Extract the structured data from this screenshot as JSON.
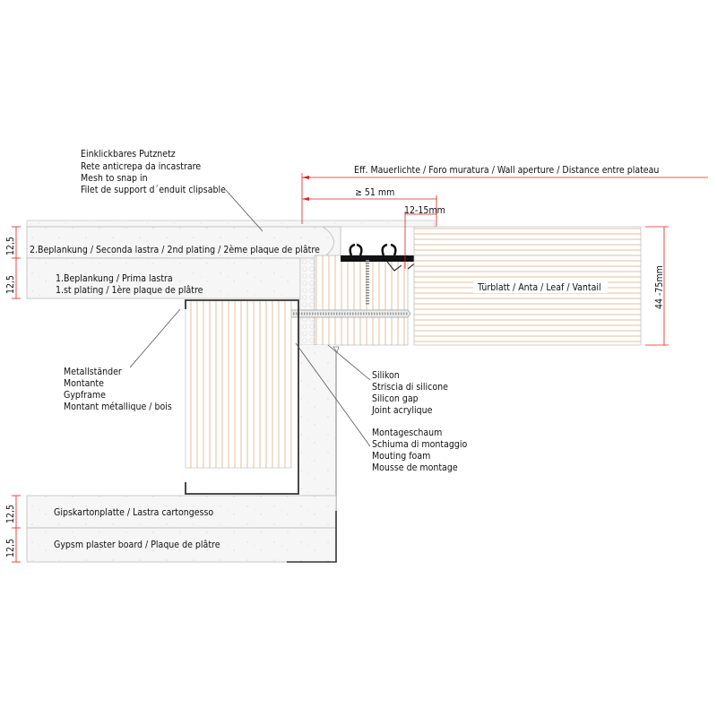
{
  "labels": {
    "mesh": [
      "Einklickbares Putznetz",
      "Rete anticrepa da incastrare",
      "Mesh to snap in",
      "Filet de support d´enduit clipsable"
    ],
    "plating2": "2.Beplankung / Seconda lastra / 2nd plating / 2ème plaque de plâtre",
    "plating1": [
      "1.Beplankung / Prima lastra",
      "1.st plating / 1ère plaque de plâtre"
    ],
    "stud": [
      "Metallständer",
      "Montante",
      "Gypframe",
      "Montant métallique / bois"
    ],
    "silicone": [
      "Silikon",
      "Striscia di silicone",
      "Silicon gap",
      "Joint acrylique"
    ],
    "foam": [
      "Montageschaum",
      "Schiuma di montaggio",
      "Mouting foam",
      "Mousse de montage"
    ],
    "board1": "Gipskartonplatte / Lastra cartongesso",
    "board2": "Gypsm plaster board / Plaque de plâtre",
    "leaf": "Türblatt / Anta / Leaf / Vantail"
  },
  "dimensions": {
    "aperture": "Eff. Mauerlichte / Foro muratura / Wall aperture / Distance entre plateau",
    "min_depth": "≥ 51 mm",
    "gap": "12-15mm",
    "leaf_thickness": "44 -75mm",
    "plate_top_2": "12,5",
    "plate_top_1": "12,5",
    "plate_bottom_1": "12,5",
    "plate_bottom_2": "12,5"
  },
  "colors": {
    "dimension": "#e0201c",
    "wood": "#e8c6a8",
    "profile": "#111111",
    "plaster": "#f4f4f4"
  }
}
